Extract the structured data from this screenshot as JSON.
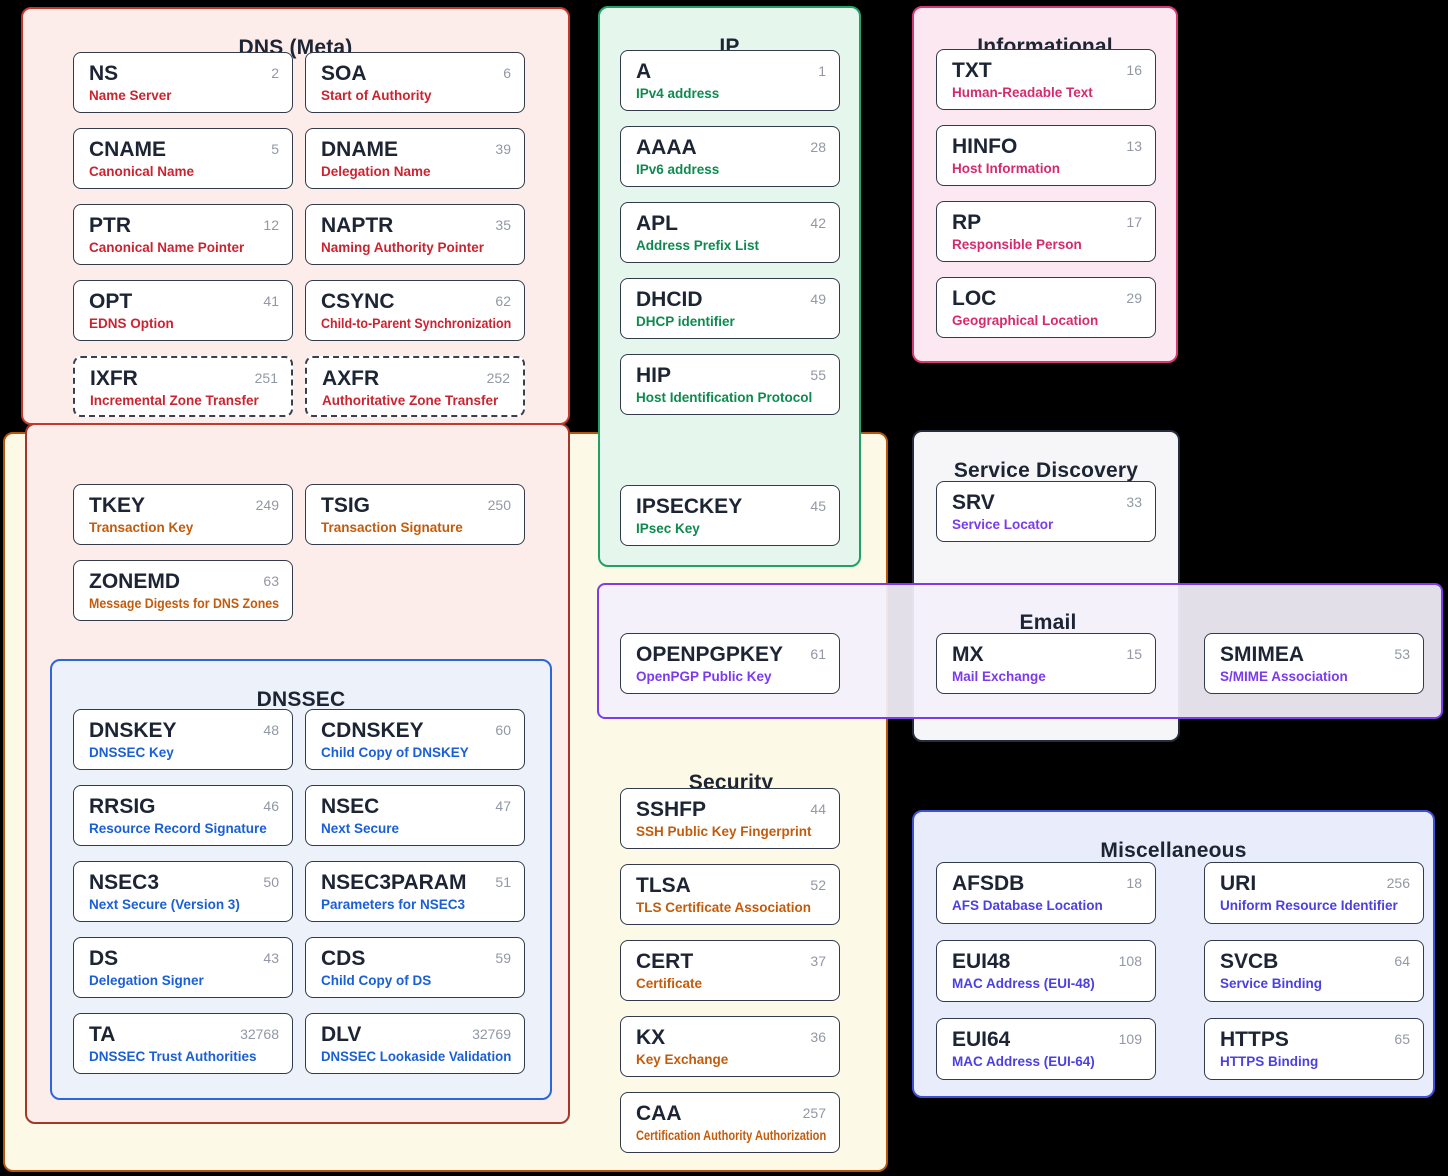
{
  "canvas": {
    "bg": "#000000"
  },
  "groups": {
    "dns_meta": {
      "title": "DNS (Meta)",
      "box_bg": "#fcecea",
      "box_border": "#c5392c",
      "accent": "#cb2431",
      "cards": [
        {
          "name": "NS",
          "code": "2",
          "desc": "Name Server"
        },
        {
          "name": "SOA",
          "code": "6",
          "desc": "Start of Authority"
        },
        {
          "name": "CNAME",
          "code": "5",
          "desc": "Canonical Name"
        },
        {
          "name": "DNAME",
          "code": "39",
          "desc": "Delegation Name"
        },
        {
          "name": "PTR",
          "code": "12",
          "desc": "Canonical Name Pointer"
        },
        {
          "name": "NAPTR",
          "code": "35",
          "desc": "Naming Authority Pointer"
        },
        {
          "name": "OPT",
          "code": "41",
          "desc": "EDNS Option"
        },
        {
          "name": "CSYNC",
          "code": "62",
          "desc": "Child-to-Parent Synchronization"
        },
        {
          "name": "IXFR",
          "code": "251",
          "desc": "Incremental Zone Transfer",
          "dashed": true
        },
        {
          "name": "AXFR",
          "code": "252",
          "desc": "Authoritative Zone Transfer",
          "dashed": true
        }
      ]
    },
    "meta_security_overlap": {
      "box_bg": "#fcecea",
      "box_border": "#a3382a",
      "accent": "#c25c0d",
      "cards": [
        {
          "name": "TKEY",
          "code": "249",
          "desc": "Transaction Key"
        },
        {
          "name": "TSIG",
          "code": "250",
          "desc": "Transaction Signature"
        },
        {
          "name": "ZONEMD",
          "code": "63",
          "desc": "Message Digests for DNS Zones"
        }
      ]
    },
    "dnssec": {
      "title": "DNSSEC",
      "box_bg": "#edf1f9",
      "box_border": "#2c66d9",
      "accent": "#1a5fd6",
      "cards": [
        {
          "name": "DNSKEY",
          "code": "48",
          "desc": "DNSSEC Key"
        },
        {
          "name": "CDNSKEY",
          "code": "60",
          "desc": "Child Copy of DNSKEY"
        },
        {
          "name": "RRSIG",
          "code": "46",
          "desc": "Resource Record Signature"
        },
        {
          "name": "NSEC",
          "code": "47",
          "desc": "Next Secure"
        },
        {
          "name": "NSEC3",
          "code": "50",
          "desc": "Next Secure (Version 3)"
        },
        {
          "name": "NSEC3PARAM",
          "code": "51",
          "desc": "Parameters for NSEC3"
        },
        {
          "name": "DS",
          "code": "43",
          "desc": "Delegation Signer"
        },
        {
          "name": "CDS",
          "code": "59",
          "desc": "Child Copy of DS"
        },
        {
          "name": "TA",
          "code": "32768",
          "desc": "DNSSEC Trust Authorities"
        },
        {
          "name": "DLV",
          "code": "32769",
          "desc": "DNSSEC Lookaside Validation"
        }
      ]
    },
    "ip": {
      "title": "IP",
      "box_bg": "#e5f6ed",
      "box_border": "#23a164",
      "accent": "#0e8a50",
      "cards": [
        {
          "name": "A",
          "code": "1",
          "desc": "IPv4 address"
        },
        {
          "name": "AAAA",
          "code": "28",
          "desc": "IPv6 address"
        },
        {
          "name": "APL",
          "code": "42",
          "desc": "Address Prefix List"
        },
        {
          "name": "DHCID",
          "code": "49",
          "desc": "DHCP identifier"
        },
        {
          "name": "HIP",
          "code": "55",
          "desc": "Host Identification Protocol"
        },
        {
          "name": "IPSECKEY",
          "code": "45",
          "desc": "IPsec Key"
        }
      ]
    },
    "informational": {
      "title": "Informational",
      "box_bg": "#fbe8f1",
      "box_border": "#d63a74",
      "accent": "#d62a6e",
      "cards": [
        {
          "name": "TXT",
          "code": "16",
          "desc": "Human-Readable Text"
        },
        {
          "name": "HINFO",
          "code": "13",
          "desc": "Host Information"
        },
        {
          "name": "RP",
          "code": "17",
          "desc": "Responsible Person"
        },
        {
          "name": "LOC",
          "code": "29",
          "desc": "Geographical Location"
        }
      ]
    },
    "security": {
      "title": "Security",
      "box_bg": "#fdf9e7",
      "box_border": "#b5550d",
      "accent": "#c25c0d",
      "cards": [
        {
          "name": "SSHFP",
          "code": "44",
          "desc": "SSH Public Key Fingerprint"
        },
        {
          "name": "TLSA",
          "code": "52",
          "desc": "TLS Certificate Association"
        },
        {
          "name": "CERT",
          "code": "37",
          "desc": "Certificate"
        },
        {
          "name": "KX",
          "code": "36",
          "desc": "Key Exchange"
        },
        {
          "name": "CAA",
          "code": "257",
          "desc": "Certification Authority Authorization"
        }
      ]
    },
    "service_discovery": {
      "title": "Service Discovery",
      "box_bg": "#f6f6f8",
      "box_border": "#252d3d",
      "accent": "#7c3aed",
      "cards": [
        {
          "name": "SRV",
          "code": "33",
          "desc": "Service Locator"
        }
      ]
    },
    "email": {
      "title": "Email",
      "box_bg": "rgba(243,240,251,0.93)",
      "box_border": "#7d3bec",
      "accent": "#7c3aed",
      "cards": [
        {
          "name": "OPENPGPKEY",
          "code": "61",
          "desc": "OpenPGP Public Key"
        },
        {
          "name": "MX",
          "code": "15",
          "desc": "Mail Exchange"
        },
        {
          "name": "SMIMEA",
          "code": "53",
          "desc": "S/MIME Association"
        }
      ]
    },
    "misc": {
      "title": "Miscellaneous",
      "box_bg": "#e8ecfb",
      "box_border": "#3e4fd8",
      "accent": "#4c40df",
      "cards": [
        {
          "name": "AFSDB",
          "code": "18",
          "desc": "AFS Database Location"
        },
        {
          "name": "URI",
          "code": "256",
          "desc": "Uniform Resource Identifier"
        },
        {
          "name": "EUI48",
          "code": "108",
          "desc": "MAC Address (EUI-48)"
        },
        {
          "name": "SVCB",
          "code": "64",
          "desc": "Service Binding"
        },
        {
          "name": "EUI64",
          "code": "109",
          "desc": "MAC Address (EUI-64)"
        },
        {
          "name": "HTTPS",
          "code": "65",
          "desc": "HTTPS Binding"
        }
      ]
    }
  }
}
